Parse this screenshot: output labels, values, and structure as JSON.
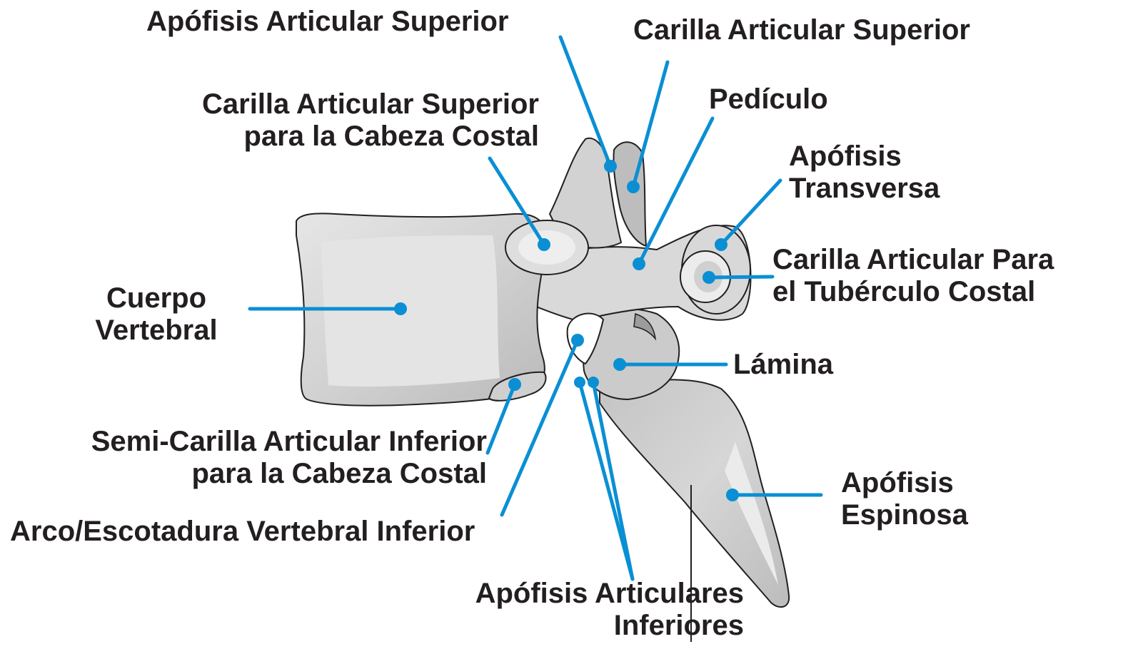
{
  "labels": {
    "apofisis_articular_superior": "Apófisis Articular Superior",
    "carilla_articular_superior": "Carilla Articular Superior",
    "carilla_cabeza_costal": [
      "Carilla Articular Superior",
      "para la Cabeza Costal"
    ],
    "pediculo": "Pedículo",
    "apofisis_transversa": [
      "Apófisis",
      "Transversa"
    ],
    "carilla_tuberculo_costal": [
      "Carilla Articular Para",
      "el Tubérculo Costal"
    ],
    "cuerpo_vertebral": [
      "Cuerpo",
      "Vertebral"
    ],
    "lamina": "Lámina",
    "semi_carilla_inferior": [
      "Semi-Carilla Articular Inferior",
      "para la Cabeza Costal"
    ],
    "apofisis_espinosa": [
      "Apófisis",
      "Espinosa"
    ],
    "arco_escotadura": "Arco/Escotadura Vertebral Inferior",
    "apofisis_articulares_inferiores": [
      "Apófisis Articulares",
      "Inferiores"
    ]
  },
  "colors": {
    "leader_line": "#0a8fd4",
    "bone_fill": "#d4d4d4",
    "bone_shadow": "#a9a9a9",
    "bone_highlight": "#f0f0f0",
    "outline": "#231f20",
    "text": "#231f20"
  }
}
